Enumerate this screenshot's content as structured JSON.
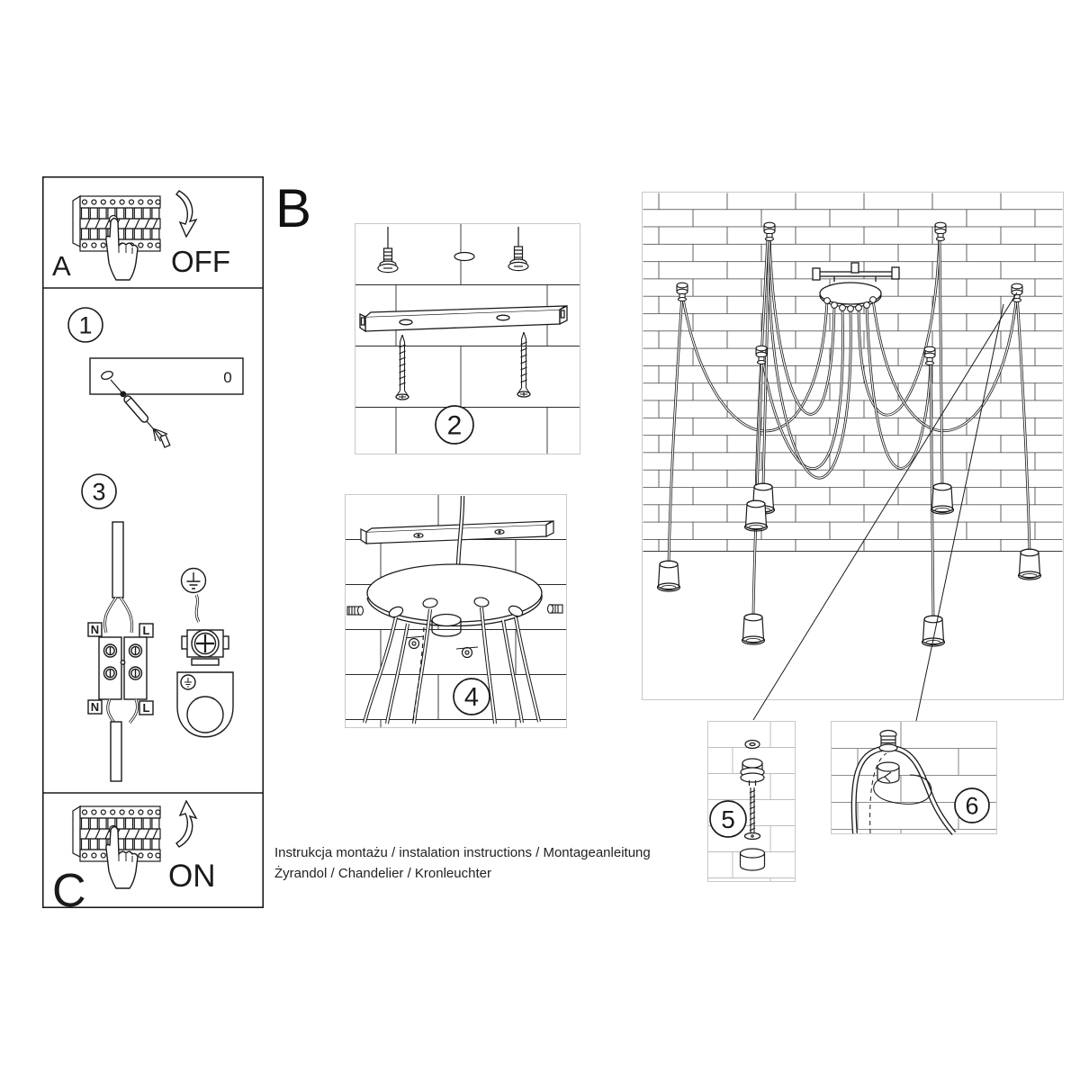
{
  "document": {
    "footer_line1": "Instrukcja montażu / instalation instructions / Montageanleitung",
    "footer_line2": "Żyrandol / Chandelier / Kronleuchter"
  },
  "sections": {
    "a": {
      "label": "A",
      "action": "OFF"
    },
    "b": {
      "label": "B"
    },
    "c": {
      "label": "C",
      "action": "ON"
    }
  },
  "steps": {
    "s1": {
      "number": "1",
      "tester_reading": "0"
    },
    "s2": {
      "number": "2"
    },
    "s3": {
      "number": "3",
      "labels": {
        "top_left": "N",
        "top_right": "L",
        "bottom_left": "N",
        "bottom_right": "L"
      }
    },
    "s4": {
      "number": "4"
    },
    "s5": {
      "number": "5"
    },
    "s6": {
      "number": "6"
    }
  },
  "colors": {
    "line": "#1a1a1a",
    "panel_border": "#c8c8c8",
    "light_brick": "#bdbdbd",
    "mid_brick": "#666666"
  }
}
